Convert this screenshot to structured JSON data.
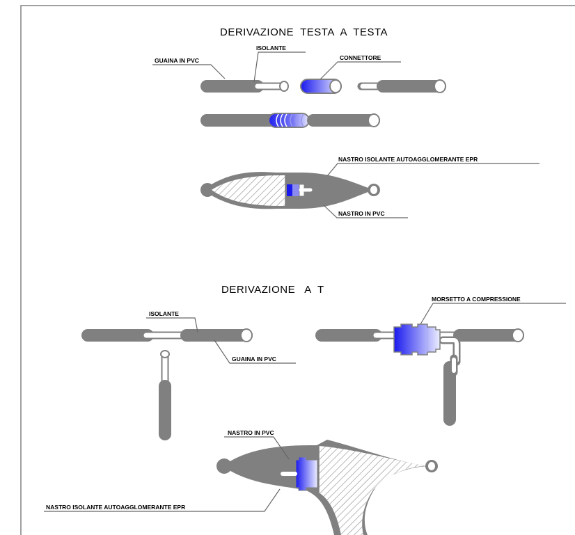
{
  "section_1": {
    "title": "DERIVAZIONE  TESTA  A  TESTA",
    "labels": {
      "sheath": "GUAINA IN PVC",
      "insulation": "ISOLANTE",
      "connector": "CONNETTORE",
      "epr_tape": "NASTRO ISOLANTE AUTOAGGLOMERANTE EPR",
      "pvc_tape": "NASTRO IN PVC"
    }
  },
  "section_2": {
    "title": "DERIVAZIONE   A  T",
    "labels": {
      "insulation": "ISOLANTE",
      "sheath": "GUAINA IN PVC",
      "clamp": "MORSETTO A COMPRESSIONE",
      "pvc_tape": "NASTRO IN PVC",
      "epr_tape": "NASTRO ISOLANTE AUTOAGGLOMERANTE EPR"
    }
  },
  "colors": {
    "cable": "#808080",
    "connector_dark": "#1a1aee",
    "connector_light": "#eceeff",
    "frame": "#808080",
    "hatch": "#909090"
  }
}
